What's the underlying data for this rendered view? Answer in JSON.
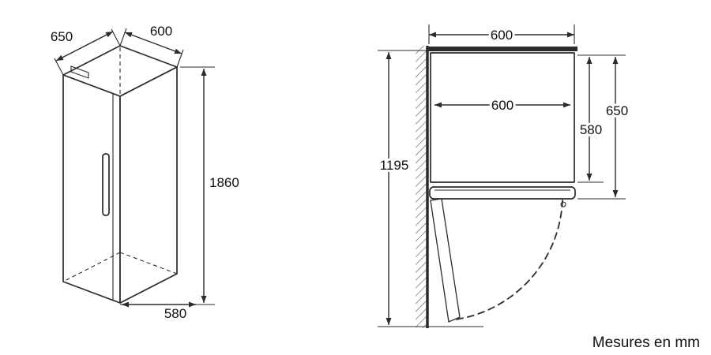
{
  "caption": "Mesures en mm",
  "colors": {
    "line": "#2b2b2b",
    "text": "#111111",
    "background": "#ffffff"
  },
  "side_view": {
    "depth_label": "650",
    "width_label": "600",
    "height_label": "1860",
    "base_label": "580"
  },
  "top_view": {
    "outer_width_label": "600",
    "inner_width_label": "600",
    "body_depth_label": "580",
    "total_depth_label": "650",
    "clearance_label": "1195"
  }
}
